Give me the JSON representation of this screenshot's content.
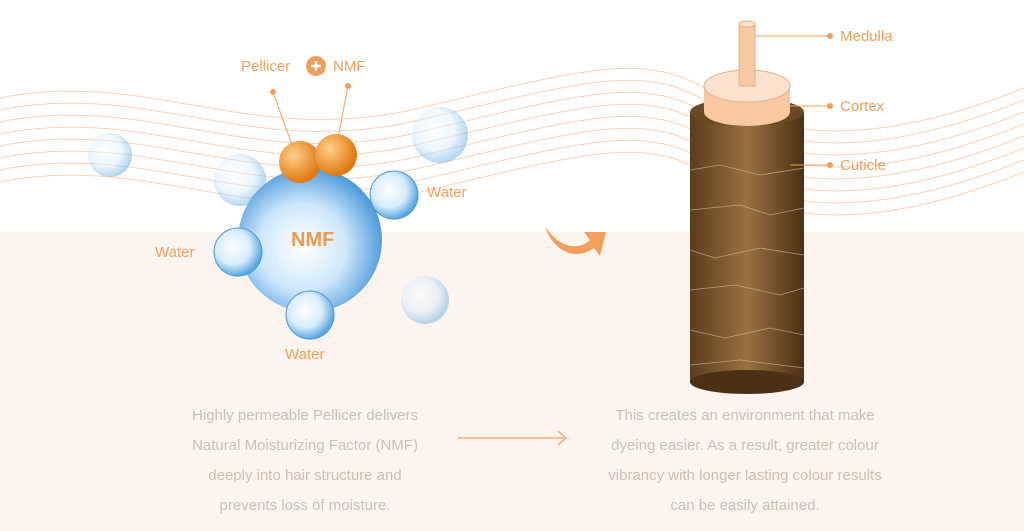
{
  "labels": {
    "pellicer": "Pellicer",
    "plus": "+",
    "nmf": "NMF",
    "water_right": "Water",
    "water_left": "Water",
    "water_bottom": "Water",
    "nmf_core": "NMF",
    "medulla": "Medulla",
    "cortex": "Cortex",
    "cuticle": "Cuticle"
  },
  "left_text": [
    "Highly permeable Pellicer delivers",
    "Natural Moisturizing Factor (NMF)",
    "deeply into hair structure and",
    "prevents loss of moisture."
  ],
  "right_text": [
    "This creates an environment that make",
    "dyeing easier. As a result, greater colour",
    "vibrancy with longer lasting colour results",
    "can be easily attained."
  ],
  "colors": {
    "accent": "#f0a05a",
    "text": "#c9bfb3",
    "band": "#fdf4f0"
  }
}
